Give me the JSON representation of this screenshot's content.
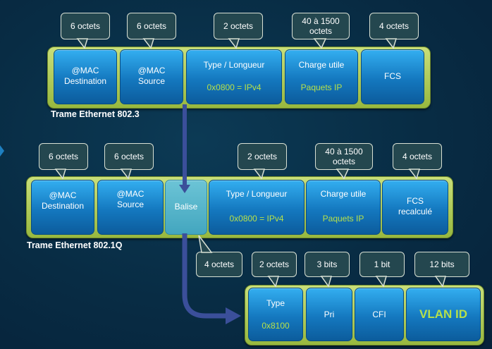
{
  "frame1": {
    "caption": "Trame Ethernet 802.3",
    "fields": [
      {
        "label": "@MAC\nDestination",
        "size": "6 octets"
      },
      {
        "label": "@MAC\nSource",
        "size": "6 octets"
      },
      {
        "label": "Type / Longueur",
        "sub": "0x0800 = IPv4",
        "size": "2 octets"
      },
      {
        "label": "Charge utile",
        "sub": "Paquets IP",
        "size": "40 à 1500\noctets"
      },
      {
        "label": "FCS",
        "size": "4 octets"
      }
    ]
  },
  "frame2": {
    "caption": "Trame Ethernet 802.1Q",
    "fields": [
      {
        "label": "@MAC\nDestination",
        "size": "6 octets"
      },
      {
        "label": "@MAC\nSource",
        "size": "6 octets"
      },
      {
        "label": "Balise",
        "size": "4 octets"
      },
      {
        "label": "Type / Longueur",
        "sub": "0x0800 = IPv4",
        "size": "2 octets"
      },
      {
        "label": "Charge utile",
        "sub": "Paquets IP",
        "size": "40 à 1500\noctets"
      },
      {
        "label": "FCS\nrecalculé",
        "size": "4 octets"
      }
    ]
  },
  "tag": {
    "fields": [
      {
        "label": "Type",
        "sub": "0x8100",
        "size": "2 octets"
      },
      {
        "label": "Pri",
        "size": "3 bits"
      },
      {
        "label": "CFI",
        "size": "1 bit"
      },
      {
        "label": "VLAN ID",
        "size": "12 bits"
      }
    ]
  },
  "colors": {
    "frame_green": "#a9c850",
    "field_blue": "#1a86cf",
    "accent_green": "#b6e04a",
    "callout_bg": "#24474f",
    "arrow": "#3b4f9a"
  }
}
